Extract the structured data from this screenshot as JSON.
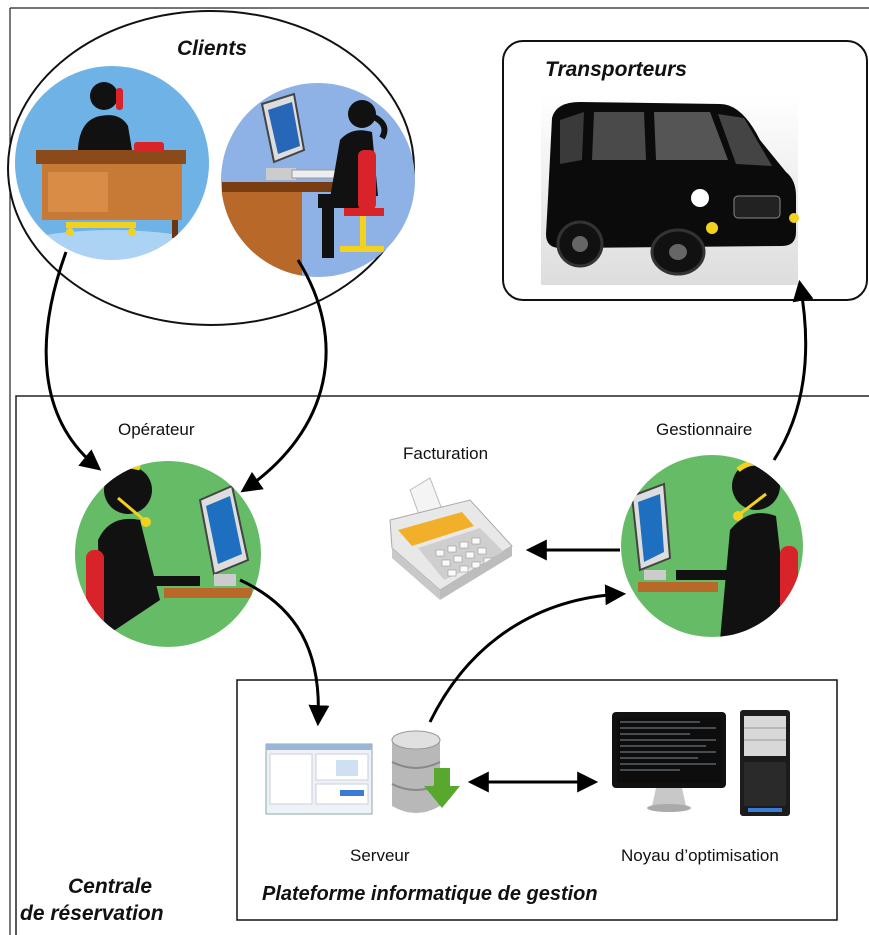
{
  "diagram": {
    "clients_label": "Clients",
    "transporteurs_label": "Transporteurs",
    "operateur_label": "Opérateur",
    "facturation_label": "Facturation",
    "gestionnaire_label": "Gestionnaire",
    "serveur_label": "Serveur",
    "noyau_label": "Noyau d’optimisation",
    "centrale_line1": "Centrale",
    "centrale_line2": "de réservation",
    "plateforme_label": "Plateforme informatique de gestion"
  },
  "colors": {
    "phone_bg": "#6fb3e6",
    "computer_bg": "#8fb2e6",
    "agent_bg": "#66bb66",
    "desk": "#b8692a",
    "chair_red": "#d8232a",
    "headset_yellow": "#f2d21e",
    "monitor_blue": "#1f6fc0",
    "van_black": "#0b0b0b",
    "db_arrow_green": "#58a82e"
  },
  "icons": [
    "phone-user-icon",
    "computer-user-icon",
    "van-icon",
    "operator-icon",
    "manager-icon",
    "cash-register-icon",
    "app-window-icon",
    "database-icon",
    "terminal-monitor-icon",
    "server-tower-icon"
  ]
}
